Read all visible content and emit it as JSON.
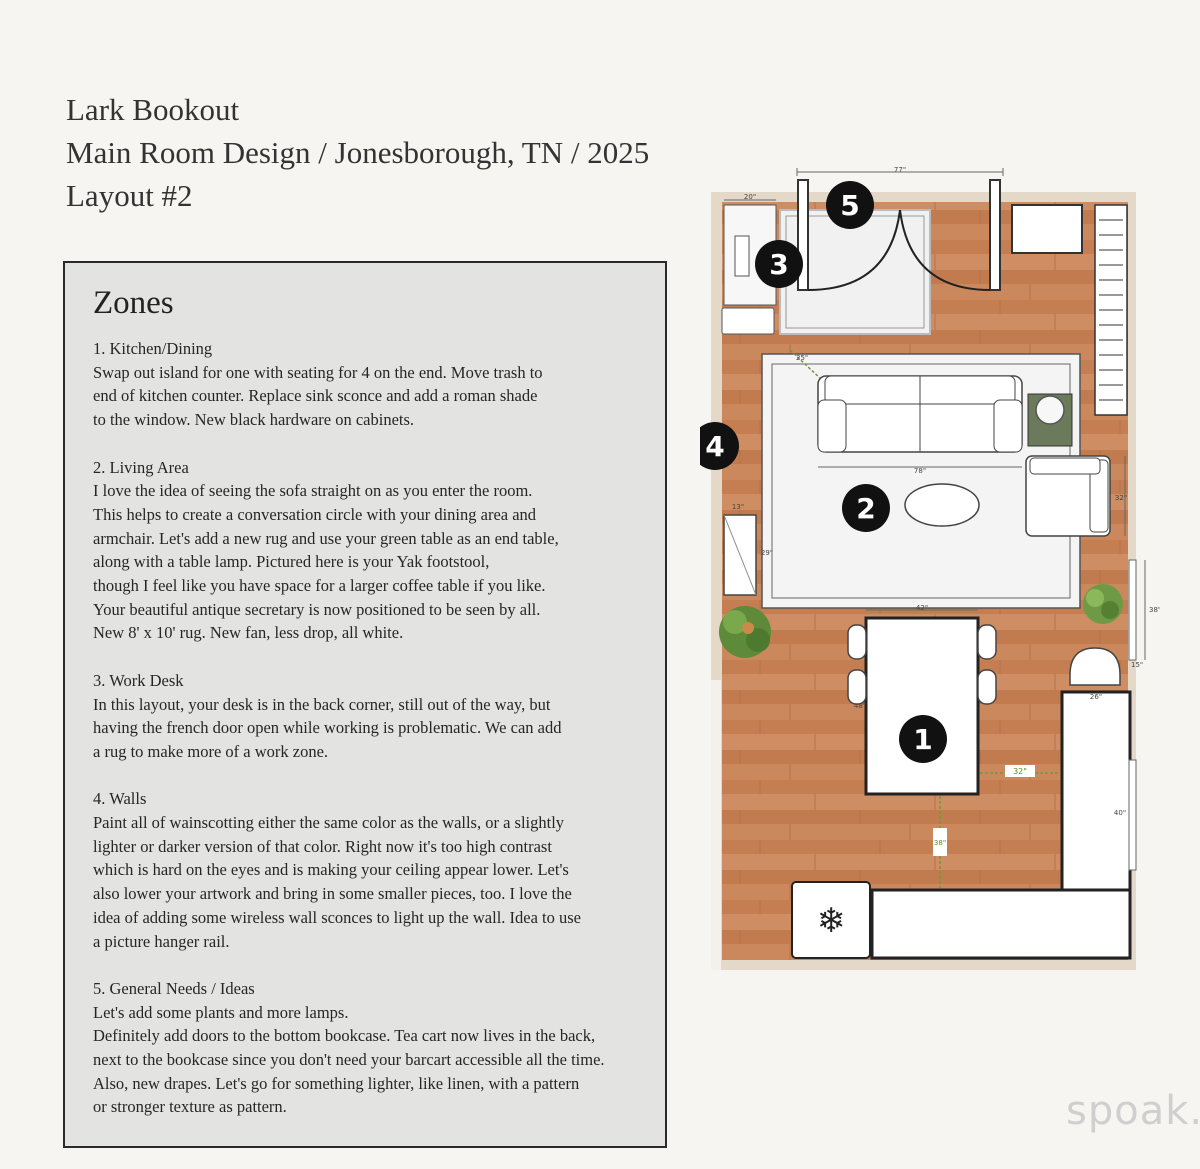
{
  "header": {
    "line1": "Lark Bookout",
    "line2": "Main Room Design / Jonesborough, TN / 2025",
    "line3": "Layout #2"
  },
  "zones": {
    "title": "Zones",
    "items": [
      {
        "heading": "1. Kitchen/Dining",
        "lines": [
          "Swap out island for one with seating for 4 on the end.   Move trash to",
          "end of kitchen counter.  Replace sink sconce and add a roman shade",
          "to the window.  New black hardware on cabinets."
        ]
      },
      {
        "heading": "2. Living Area",
        "lines": [
          "I love the idea of seeing the sofa straight on as you enter the room.",
          "This helps to create a conversation circle with your dining area and",
          "armchair.  Let's add a new rug and use your green table as an end table,",
          "along with a table lamp.  Pictured here is your Yak footstool,",
          "though I feel like you have space for a larger coffee table if you like.",
          "Your beautiful antique secretary is now positioned to be seen by all.",
          "New 8' x 10' rug.  New fan, less drop, all white."
        ]
      },
      {
        "heading": "3. Work Desk",
        "lines": [
          "In this layout, your desk is in the back corner, still out of the way, but",
          "having the french door open while working is problematic.  We can add",
          "a rug to make more of a work zone."
        ]
      },
      {
        "heading": "4. Walls",
        "lines": [
          "Paint all of wainscotting either the same color as the walls, or a slightly",
          "lighter or darker version of that color.  Right now it's too high contrast",
          "which is hard on the eyes and is making your ceiling appear lower.    Let's",
          "also lower your artwork and bring in some smaller pieces, too.  I love the",
          "idea of adding some wireless wall sconces to light up the wall. Idea to use",
          "a picture hanger rail."
        ]
      },
      {
        "heading": "5. General Needs / Ideas",
        "lines": [
          "Let's add some plants and more lamps.",
          "Definitely add doors to the bottom bookcase.  Tea cart now lives in the back,",
          "next to the bookcase since you don't need your barcart accessible all the time.",
          "Also, new drapes.  Let's go for something lighter, like linen, with a pattern",
          "or stronger texture as pattern."
        ]
      }
    ]
  },
  "floorplan": {
    "dimensions": {
      "french_door": "77\"",
      "desk": "20\"",
      "rug_offset": "25\"",
      "sofa": "78\"",
      "armchair": "32\"",
      "secretary_depth": "13\"",
      "secretary_width": "29\"",
      "island_width": "42\"",
      "island_depth": "48\"",
      "window": "38\"",
      "door": "15\"",
      "counter_depth": "26\"",
      "aisle": "32\"",
      "kitchen_clearance": "38\"",
      "counter_window": "40\""
    },
    "markers": [
      "1",
      "2",
      "3",
      "4",
      "5"
    ]
  },
  "colors": {
    "floor": "#c9855a",
    "wall": "#e4d8c8",
    "marker": "#111111",
    "dimension_green": "#6e9a3a"
  },
  "watermark": "spoak."
}
